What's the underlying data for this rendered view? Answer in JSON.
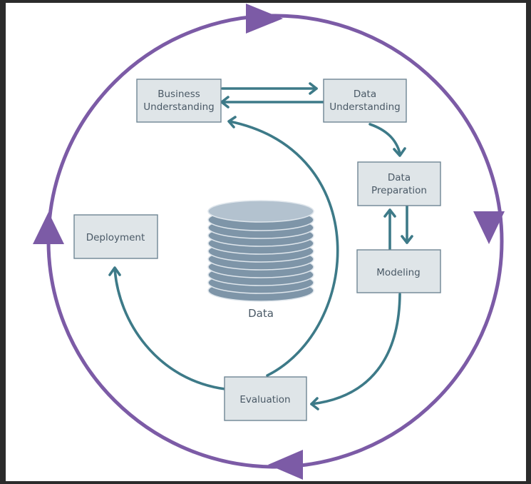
{
  "diagram": {
    "nodes": {
      "business_understanding": [
        "Business",
        "Understanding"
      ],
      "data_understanding": [
        "Data",
        "Understanding"
      ],
      "data_preparation": [
        "Data",
        "Preparation"
      ],
      "modeling": "Modeling",
      "evaluation": "Evaluation",
      "deployment": "Deployment"
    },
    "center_label": "Data",
    "colors": {
      "cycle": "#7c5ba6",
      "flow": "#3d7a88",
      "box_fill": "#dfe5e8",
      "box_stroke": "#6f8594",
      "database": "#7e95a8"
    }
  }
}
